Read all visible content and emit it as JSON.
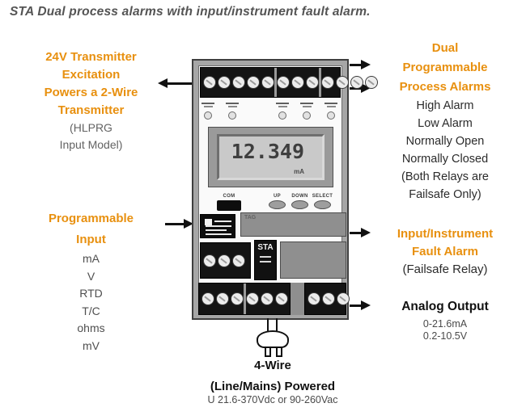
{
  "title": "STA Dual process alarms with input/instrument fault alarm.",
  "colors": {
    "accent_orange": "#E8900F",
    "text_dark": "#1C1C1C",
    "text_gray": "#636363"
  },
  "annotations": {
    "left_top": {
      "heading": [
        "24V Transmitter",
        "Excitation",
        "Powers a 2-Wire",
        "Transmitter"
      ],
      "sub": [
        "(HLPRG",
        "Input Model)"
      ]
    },
    "left_bottom": {
      "heading": [
        "Programmable",
        "Input"
      ],
      "sub": [
        "mA",
        "V",
        "RTD",
        "T/C",
        "ohms",
        "mV"
      ]
    },
    "right_top": {
      "heading": [
        "Dual",
        "Programmable",
        "Process Alarms"
      ],
      "sub": [
        "High Alarm",
        "Low Alarm",
        "Normally Open",
        "Normally Closed",
        "(Both Relays are",
        "Failsafe Only)"
      ]
    },
    "right_middle": {
      "heading": [
        "Input/Instrument",
        "Fault Alarm"
      ],
      "sub": [
        "(Failsafe Relay)"
      ]
    },
    "right_bottom": {
      "heading": "Analog Output",
      "sub": [
        "0-21.6mA",
        "0.2-10.5V"
      ]
    },
    "bottom_power": {
      "line1": "4-Wire",
      "line2": "(Line/Mains) Powered",
      "line3": "U 21.6-370Vdc or 90-260Vac"
    }
  },
  "device": {
    "display": {
      "value": "12.349",
      "unit": "mA"
    },
    "com_label": "COM",
    "buttons": {
      "up": "UP",
      "down": "DOWN",
      "select": "SELECT"
    },
    "tag_label": "TAG",
    "model_label": "STA",
    "terminals": {
      "top_groups": [
        5,
        3,
        4
      ],
      "mid_groups": [
        3
      ],
      "bottom_left_groups": [
        3,
        3
      ],
      "bottom_right_groups": [
        3
      ]
    }
  }
}
